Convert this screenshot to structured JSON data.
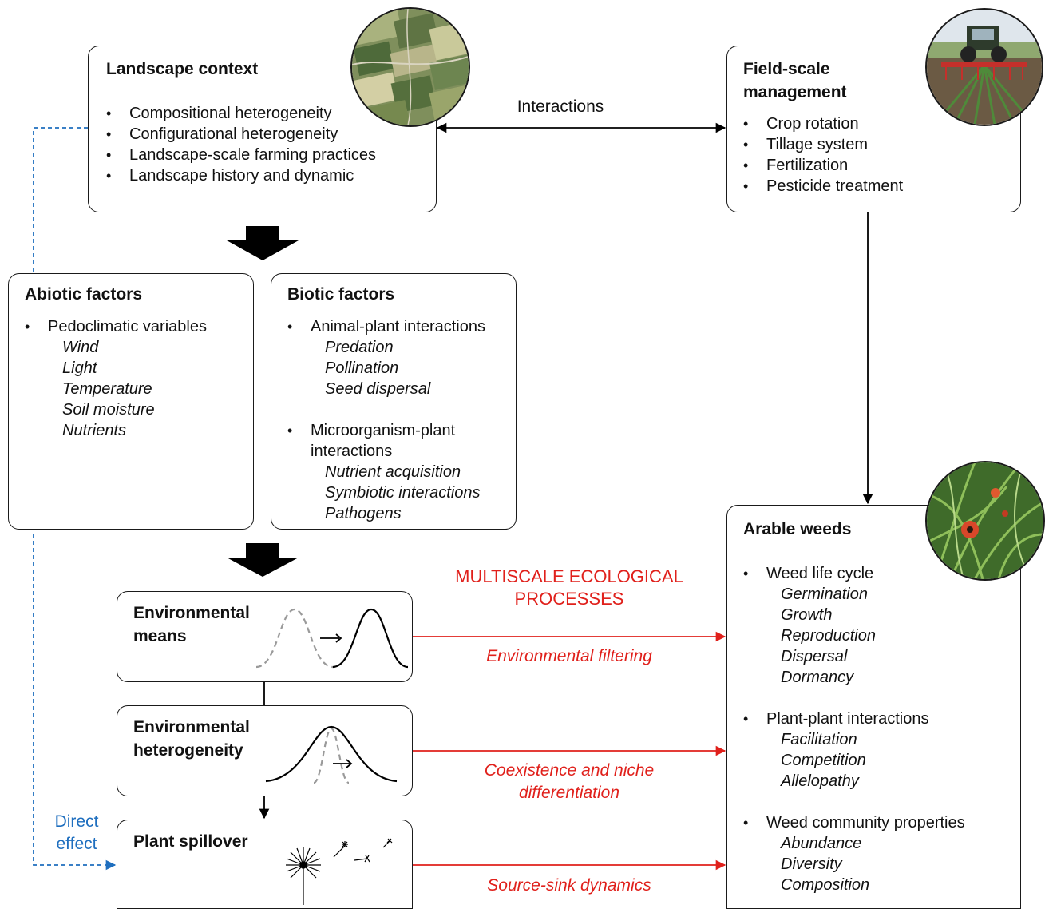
{
  "interactions_label": "Interactions",
  "landscape": {
    "title": "Landscape context",
    "items": [
      "Compositional heterogeneity",
      "Configurational heterogeneity",
      "Landscape-scale farming practices",
      "Landscape history and dynamic"
    ]
  },
  "field": {
    "title_line1": "Field-scale",
    "title_line2": "management",
    "items": [
      "Crop rotation",
      "Tillage system",
      "Fertilization",
      "Pesticide treatment"
    ]
  },
  "abiotic": {
    "title": "Abiotic factors",
    "groups": [
      {
        "label": "Pedoclimatic variables",
        "subs": [
          "Wind",
          "Light",
          "Temperature",
          "Soil moisture",
          "Nutrients"
        ]
      }
    ]
  },
  "biotic": {
    "title": "Biotic factors",
    "groups": [
      {
        "label": "Animal-plant interactions",
        "subs": [
          "Predation",
          "Pollination",
          "Seed dispersal"
        ]
      },
      {
        "label": "Microorganism-plant interactions",
        "subs": [
          "Nutrient acquisition",
          "Symbiotic interactions",
          "Pathogens"
        ]
      }
    ]
  },
  "env_means": {
    "title_line1": "Environmental",
    "title_line2": "means"
  },
  "env_het": {
    "title_line1": "Environmental",
    "title_line2": "heterogeneity"
  },
  "spillover": {
    "title": "Plant spillover"
  },
  "processes": {
    "heading_line1": "MULTISCALE ECOLOGICAL",
    "heading_line2": "PROCESSES",
    "filtering": "Environmental filtering",
    "coexistence_line1": "Coexistence and niche",
    "coexistence_line2": "differentiation",
    "source_sink": "Source-sink dynamics"
  },
  "direct_effect": {
    "line1": "Direct",
    "line2": "effect"
  },
  "weeds": {
    "title": "Arable weeds",
    "groups": [
      {
        "label": "Weed life cycle",
        "subs": [
          "Germination",
          "Growth",
          "Reproduction",
          "Dispersal",
          "Dormancy"
        ]
      },
      {
        "label": "Plant-plant interactions",
        "subs": [
          "Facilitation",
          "Competition",
          "Allelopathy"
        ]
      },
      {
        "label": "Weed community properties",
        "subs": [
          "Abundance",
          "Diversity",
          "Composition"
        ]
      }
    ]
  },
  "colors": {
    "process_red": "#e0201b",
    "direct_blue": "#1f6fbf",
    "arrow_black": "#000000"
  },
  "icons": [
    "satellite-landscape-photo",
    "tractor-field-photo",
    "poppy-weeds-photo",
    "dandelion-seed-icon"
  ]
}
